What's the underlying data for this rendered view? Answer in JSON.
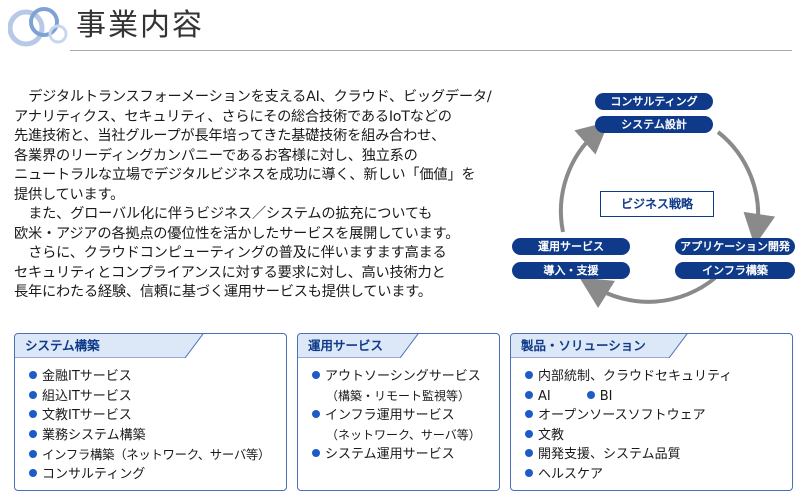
{
  "header": {
    "title": "事業内容"
  },
  "intro": {
    "paragraphs": [
      [
        "デジタルトランスフォーメーションを支えるAI、クラウド、ビッグデータ/",
        "アナリティクス、セキュリティ、さらにその総合技術であるIoTなどの",
        "先進技術と、当社グループが長年培ってきた基礎技術を組み合わせ、",
        "各業界のリーディングカンパニーであるお客様に対し、独立系の",
        "ニュートラルな立場でデジタルビジネスを成功に導く、新しい「価値」を",
        "提供しています。"
      ],
      [
        "また、グローバル化に伴うビジネス／システムの拡充についても",
        "欧米・アジアの各拠点の優位性を活かしたサービスを展開しています。"
      ],
      [
        "さらに、クラウドコンピューティングの普及に伴いますます高まる",
        "セキュリティとコンプライアンスに対する要求に対し、高い技術力と",
        "長年にわたる経験、信頼に基づく運用サービスも提供しています。"
      ]
    ]
  },
  "diagram": {
    "center": "ビジネス戦略",
    "top": [
      "コンサルティング",
      "システム設計"
    ],
    "right": [
      "アプリケーション開発",
      "インフラ構築"
    ],
    "left": [
      "運用サービス",
      "導入・支援"
    ],
    "colors": {
      "pill": "#0f3a8a",
      "arrow": "#8a8a8a"
    }
  },
  "panels": {
    "system": {
      "title": "システム構築",
      "items": [
        "金融ITサービス",
        "組込ITサービス",
        "文教ITサービス",
        "業務システム構築",
        "インフラ構築（ネットワーク、サーバ等）",
        "コンサルティング"
      ]
    },
    "ops": {
      "title": "運用サービス",
      "items": [
        {
          "text": "アウトソーシングサービス",
          "sub": "（構築・リモート監視等）"
        },
        {
          "text": "インフラ運用サービス",
          "sub": "（ネットワーク、サーバ等）"
        },
        {
          "text": "システム運用サービス"
        }
      ]
    },
    "products": {
      "title": "製品・ソリューション",
      "items": [
        "内部統制、クラウドセキュリティ",
        "AI",
        "BI",
        "オープンソースソフトウェア",
        "文教",
        "開発支援、システム品質",
        "ヘルスケア"
      ]
    }
  },
  "colors": {
    "accent": "#0f3a8a",
    "tab_bg": "#dce8f7",
    "bullet": "#1d5bc8",
    "border": "#4a6fb5"
  }
}
